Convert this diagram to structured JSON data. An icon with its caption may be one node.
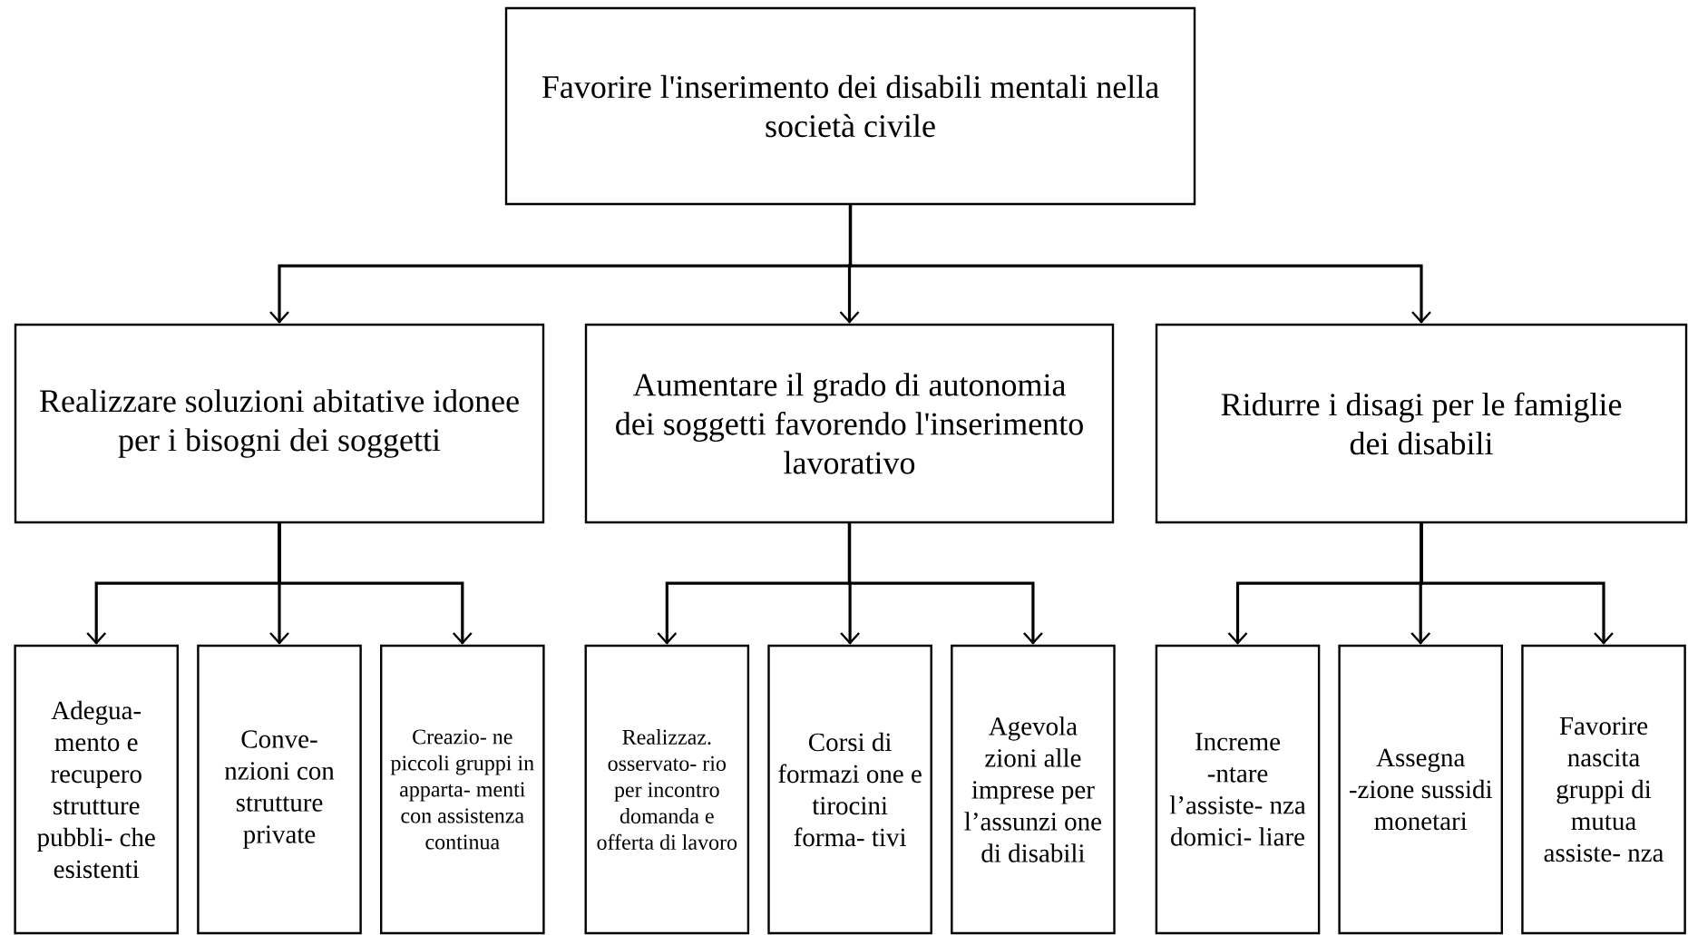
{
  "diagram": {
    "nodes": [
      {
        "text": [
          "Favorire l'inserimento dei disabili mentali nella società civile"
        ]
      },
      {
        "text": [
          "Realizzare soluzioni abitative idonee per i bisogni dei soggetti"
        ]
      },
      {
        "text": [
          "Aumentare il grado di autonomia dei soggetti favorendo l'inserimento lavorativo"
        ]
      },
      {
        "text": [
          "Ridurre i disagi per le famiglie dei disabili"
        ]
      },
      {
        "text": [
          "Adegua- mento e recupero strutture pubbli- che esistenti"
        ]
      },
      {
        "text": [
          "Conve- nzioni con strutture private"
        ]
      },
      {
        "text": [
          "Creazio- ne piccoli gruppi in apparta- menti con assistenza continua"
        ]
      },
      {
        "text": [
          "Realizzaz. osservato- rio per incontro domanda e offerta di lavoro"
        ]
      },
      {
        "text": [
          "Corsi di formazi one e tirocini forma- tivi"
        ]
      },
      {
        "text": [
          "Agevola zioni alle imprese per l’assunzi one di disabili"
        ]
      },
      {
        "text": [
          "Increme -ntare l’assiste- nza domici- liare"
        ]
      },
      {
        "text": [
          "Assegna -zione sussidi monetari"
        ]
      },
      {
        "text": [
          "Favorire nascita gruppi di mutua assiste- nza"
        ]
      }
    ],
    "edges": [
      {
        "from": 0,
        "to": 1,
        "arrow": "to"
      },
      {
        "from": 0,
        "to": 2,
        "arrow": "to"
      },
      {
        "from": 0,
        "to": 3,
        "arrow": "to"
      },
      {
        "from": 1,
        "to": 4,
        "arrow": "to"
      },
      {
        "from": 1,
        "to": 5,
        "arrow": "to"
      },
      {
        "from": 1,
        "to": 6,
        "arrow": "to"
      },
      {
        "from": 2,
        "to": 7,
        "arrow": "to"
      },
      {
        "from": 2,
        "to": 8,
        "arrow": "to"
      },
      {
        "from": 2,
        "to": 9,
        "arrow": "to"
      },
      {
        "from": 3,
        "to": 10,
        "arrow": "to"
      },
      {
        "from": 3,
        "to": 11,
        "arrow": "to"
      },
      {
        "from": 3,
        "to": 12,
        "arrow": "to"
      }
    ]
  }
}
